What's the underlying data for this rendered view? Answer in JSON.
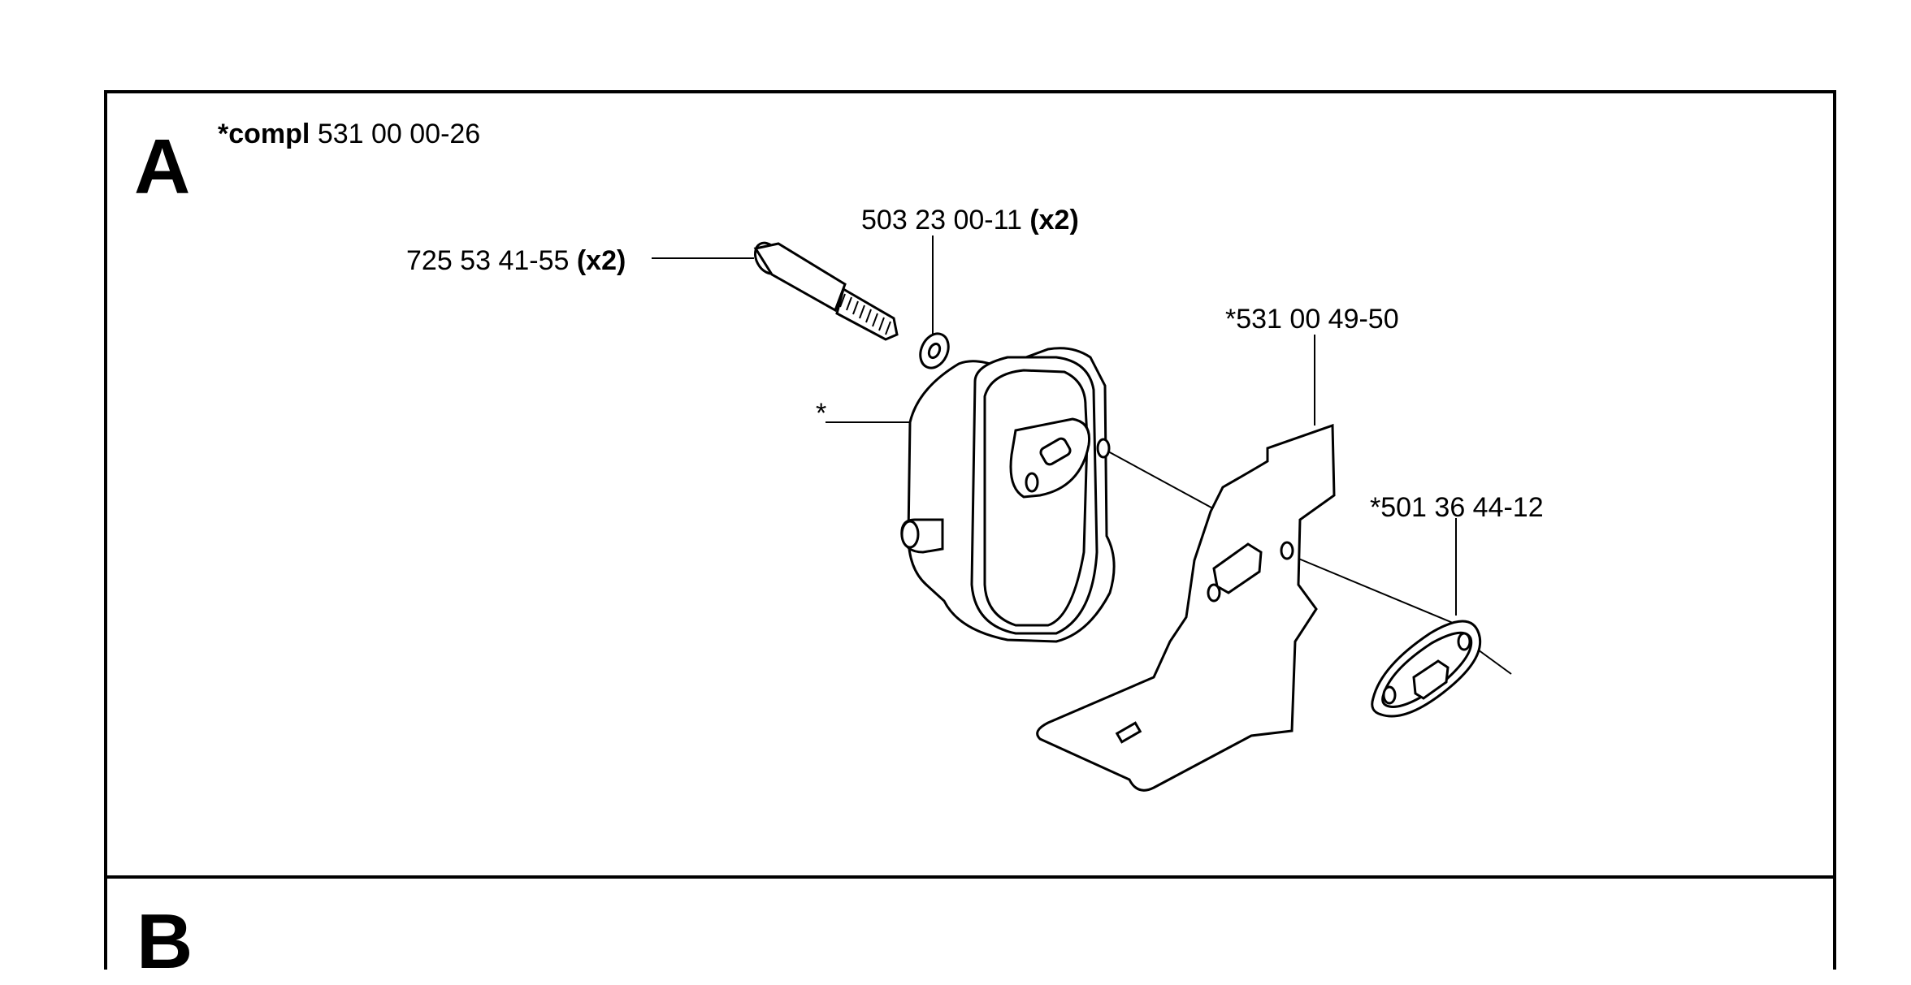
{
  "sections": {
    "a": {
      "letter": "A",
      "compl_prefix": "*compl",
      "compl_number": "531 00 00-26"
    },
    "b": {
      "letter": "B"
    }
  },
  "parts": {
    "screw": {
      "number": "725 53 41-55",
      "qty": "(x2)"
    },
    "washer": {
      "number": "503 23 00-11",
      "qty": "(x2)"
    },
    "muffler": {
      "label": "*"
    },
    "bracket": {
      "number": "*531 00 49-50"
    },
    "gasket": {
      "number": "*501 36 44-12"
    }
  },
  "colors": {
    "ink": "#000000",
    "paper": "#ffffff"
  }
}
